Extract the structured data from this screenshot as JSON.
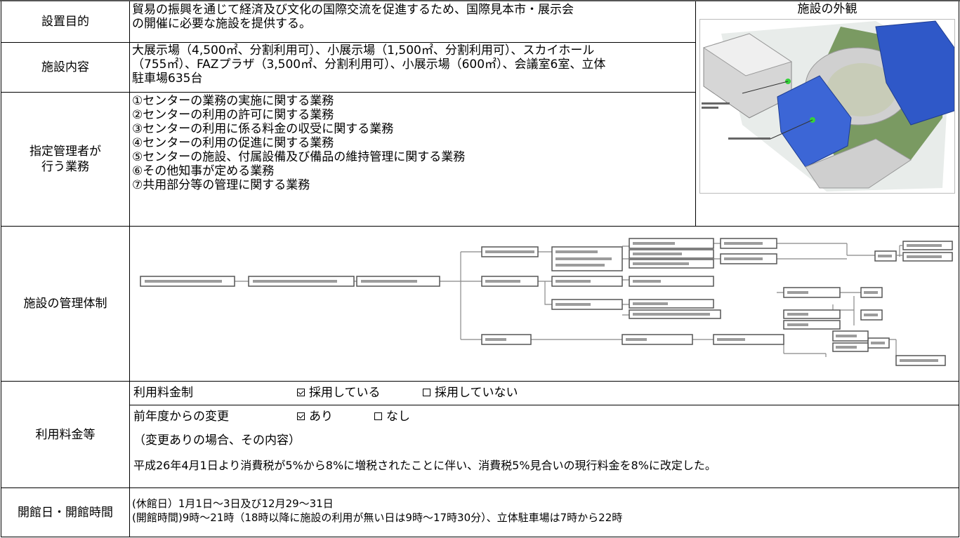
{
  "rows": {
    "purpose": {
      "label": "設置目的",
      "lines": [
        "貿易の振興を通じて経済及び文化の国際交流を促進するため、国際見本市・展示会",
        "の開催に必要な施設を提供する。"
      ]
    },
    "facilities": {
      "label": "施設内容",
      "lines": [
        "大展示場（4,500㎡、分割利用可）、小展示場（1,500㎡、分割利用可）、スカイホール",
        "（755㎡）、FAZプラザ（3,500㎡、分割利用可）、小展示場（600㎡）、会議室6室、立体",
        "駐車場635台"
      ]
    },
    "duties": {
      "label_lines": [
        "指定管理者が",
        "行う業務"
      ],
      "items": [
        "①センターの業務の実施に関する業務",
        "②センターの利用の許可に関する業務",
        "③センターの利用に係る料金の収受に関する業務",
        "④センターの利用の促進に関する業務",
        "⑤センターの施設、付属設備及び備品の維持管理に関する業務",
        "⑥その他知事が定める業務",
        "⑦共用部分等の管理に関する業務"
      ]
    },
    "management": {
      "label": "施設の管理体制"
    },
    "fees": {
      "label": "利用料金等",
      "system_label": "利用料金制",
      "system_options": [
        {
          "label": "採用している",
          "checked": true
        },
        {
          "label": "採用していない",
          "checked": false
        }
      ],
      "change_label": "前年度からの変更",
      "change_options": [
        {
          "label": "あり",
          "checked": true
        },
        {
          "label": "なし",
          "checked": false
        }
      ],
      "change_detail_label": "（変更ありの場合、その内容）",
      "change_detail": "平成26年4月1日より消費税が5%から8%に増税されたことに伴い、消費税5%見合いの現行料金を8%に改定した。"
    },
    "hours": {
      "label": "開館日・開館時間",
      "lines": [
        "(休館日）1月1日～3日及び12月29～31日",
        "(開館時間)9時～21時（18時以降に施設の利用が無い日は9時～17時30分）、立体駐車場は7時から22時"
      ]
    }
  },
  "photo": {
    "title": "施設の外観"
  },
  "colors": {
    "roof_blue": "#2f58c8",
    "building_gray": "#d4d4d4",
    "green": "#6d8a55",
    "marker_green": "#35d23a"
  }
}
